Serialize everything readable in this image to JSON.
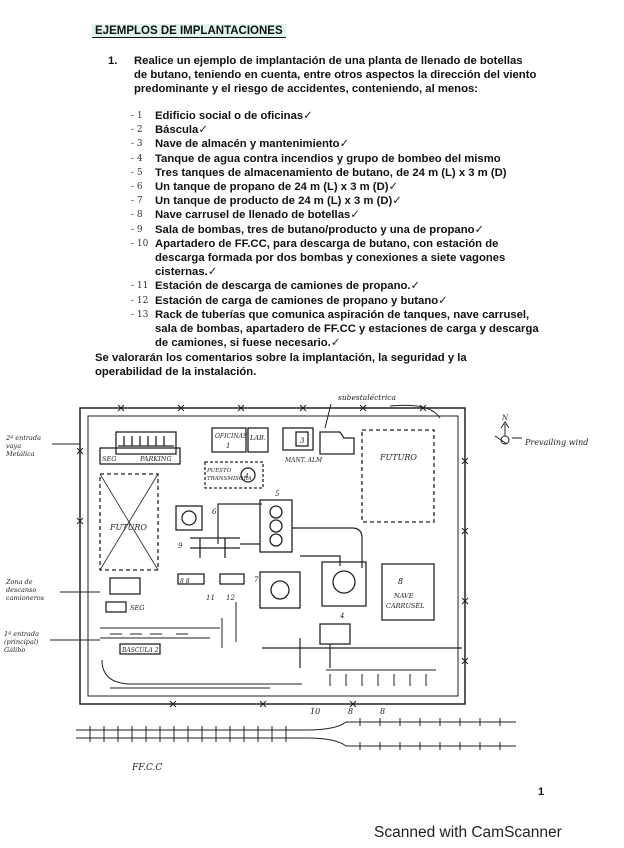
{
  "heading": "EJEMPLOS DE IMPLANTACIONES",
  "task": {
    "number": "1.",
    "text": "Realice un ejemplo de implantación de una planta de llenado de botellas de butano, teniendo en cuenta, entre otros aspectos la dirección del viento predominante y el riesgo de accidentes, conteniendo, al menos:"
  },
  "items": [
    {
      "mark": "- 1",
      "text": "Edificio social o de oficinas",
      "tick": "✓"
    },
    {
      "mark": "- 2",
      "text": "Báscula",
      "tick": "✓"
    },
    {
      "mark": "- 3",
      "text": "Nave de almacén y mantenimiento",
      "tick": "✓"
    },
    {
      "mark": "- 4",
      "text": "Tanque de agua contra incendios y grupo de bombeo del mismo",
      "tick": ""
    },
    {
      "mark": "- 5",
      "text": "Tres tanques de almacenamiento de butano, de 24 m (L) x 3 m (D)",
      "tick": ""
    },
    {
      "mark": "- 6",
      "text": "Un tanque de propano de 24 m (L) x 3 m (D)",
      "tick": "✓"
    },
    {
      "mark": "- 7",
      "text": "Un tanque de producto de 24 m (L) x 3 m (D)",
      "tick": "✓"
    },
    {
      "mark": "- 8",
      "text": "Nave carrusel de llenado de botellas",
      "tick": "✓"
    },
    {
      "mark": "- 9",
      "text": "Sala de bombas, tres de butano/producto y una de propano",
      "tick": "✓"
    },
    {
      "mark": "- 10",
      "text": "Apartadero de FF.CC, para descarga de butano, con estación de descarga formada por dos bombas y conexiones a siete vagones cisternas.",
      "tick": "✓"
    },
    {
      "mark": "- 11",
      "text": "Estación de descarga de camiones de propano.",
      "tick": "✓"
    },
    {
      "mark": "- 12",
      "text": "Estación de carga de camiones de propano y butano",
      "tick": "✓"
    },
    {
      "mark": "- 13",
      "text": "Rack de tuberías que comunica aspiración de tanques, nave carrusel, sala de bombas, apartadero de FF.CC y estaciones de carga y descarga de camiones, si fuese necesario.",
      "tick": "✓"
    }
  ],
  "note": "Se valorarán los comentarios sobre la implantación, la seguridad y la operabilidad de la instalación.",
  "plan": {
    "subestacion": "subestaléctrica",
    "north": "N",
    "prevailing_wind": "Prevailing wind",
    "entrada2_l1": "2ª entrada",
    "entrada2_l2": "vaya",
    "entrada2_l3": "Metálica",
    "zona_l1": "Zona de",
    "zona_l2": "descanso",
    "zona_l3": "camioneros",
    "entrada1_l1": "1ª entrada",
    "entrada1_l2": "(principal)",
    "entrada1_l3": "Gálibo",
    "seg1": "SEG",
    "parking": "PARKING",
    "oficinas": "OFICINAS",
    "oficinas_num": "1",
    "lab": "LAB.",
    "nave_num": "3",
    "mant": "MANT. ALM",
    "futuro_right": "FUTURO",
    "futuro_left": "FUTURO",
    "pci_l1": "PUESTO",
    "pci_l2": "TRANSMISORA",
    "n4": "4",
    "n5": "5",
    "n6": "6",
    "n7": "7",
    "n8": "8",
    "nave_carrusel_l1": "NAVE",
    "nave_carrusel_l2": "CARRUSEL",
    "n9": "9",
    "n11": "11",
    "n12": "12",
    "seg2": "SEG",
    "bascula": "BÁSCULA 2",
    "bb": "8 8",
    "l10": "10",
    "l8a": "8",
    "l8b": "8",
    "ffcc": "FF.C.C"
  },
  "page_number": "1",
  "footer": "Scanned with CamScanner"
}
